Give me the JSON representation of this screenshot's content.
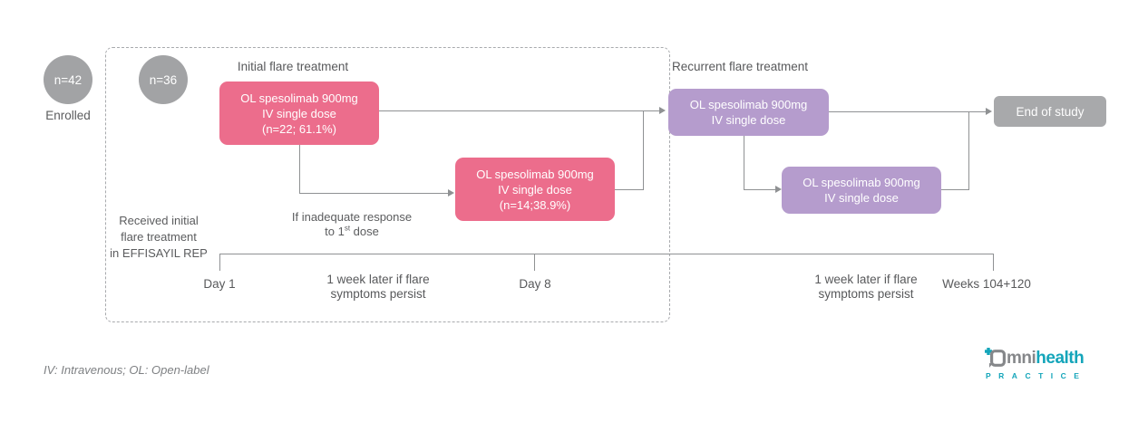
{
  "sections": {
    "initial_title": "Initial flare treatment",
    "recurrent_title": "Recurrent flare treatment"
  },
  "enrollment": {
    "total_circle": "n=42",
    "total_label": "Enrolled",
    "treated_circle": "n=36",
    "treated_note_line1": "Received initial",
    "treated_note_line2": "flare treatment",
    "treated_note_line3": "in EFFISAYIL REP"
  },
  "boxes": {
    "initial_dose1": {
      "line1": "OL spesolimab 900mg",
      "line2": "IV single dose",
      "line3": "(n=22; 61.1%)"
    },
    "initial_dose2": {
      "line1": "OL spesolimab 900mg",
      "line2": "IV single dose",
      "line3": "(n=14;38.9%)"
    },
    "recurrent_dose1": {
      "line1": "OL spesolimab 900mg",
      "line2": "IV single dose"
    },
    "recurrent_dose2": {
      "line1": "OL spesolimab 900mg",
      "line2": "IV single dose"
    },
    "end_of_study": "End of study"
  },
  "annotations": {
    "inadequate_line1": "If inadequate response",
    "inadequate_line2_pre": "to 1",
    "inadequate_sup": "st",
    "inadequate_line2_post": " dose"
  },
  "timeline": {
    "day1": "Day 1",
    "persist1_line1": "1 week later if flare",
    "persist1_line2": "symptoms persist",
    "day8": "Day 8",
    "persist2_line1": "1 week later if flare",
    "persist2_line2": "symptoms persist",
    "end_label": "Weeks 104+120"
  },
  "footnote": "IV: Intravenous; OL: Open-label",
  "logo": {
    "plus": "+",
    "part1": "mni",
    "part2": "health",
    "subtitle": "PRACTICE"
  },
  "colors": {
    "pink": "#ec6d8c",
    "purple": "#b59ccd",
    "circle_gray": "#a2a3a5",
    "end_box_gray": "#a8a9ab",
    "connector_gray": "#8f9193",
    "text_gray": "#58595b",
    "brand_teal": "#14a5ba"
  }
}
